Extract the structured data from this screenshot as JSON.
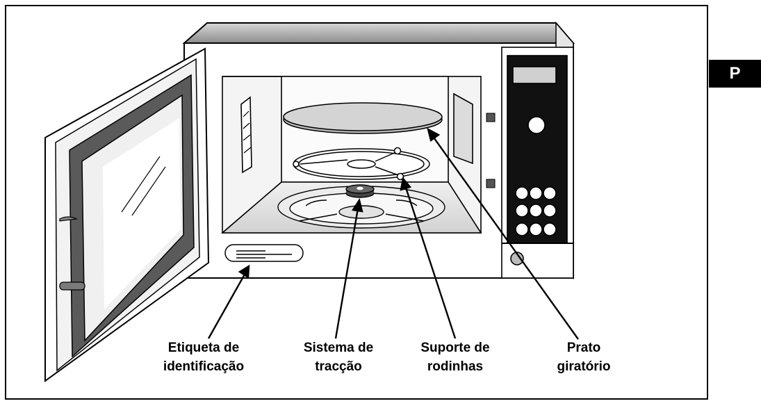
{
  "language_tab": "P",
  "labels": {
    "id_label": [
      "Etiqueta de",
      "identificação"
    ],
    "drive": [
      "Sistema de",
      "tracção"
    ],
    "roller": [
      "Suporte de",
      "rodinhas"
    ],
    "plate": [
      "Prato",
      "giratório"
    ]
  },
  "colors": {
    "ink": "#000000",
    "panel": "#111111",
    "door_glass": "#5a5a5a",
    "tab_bg": "#000000"
  }
}
